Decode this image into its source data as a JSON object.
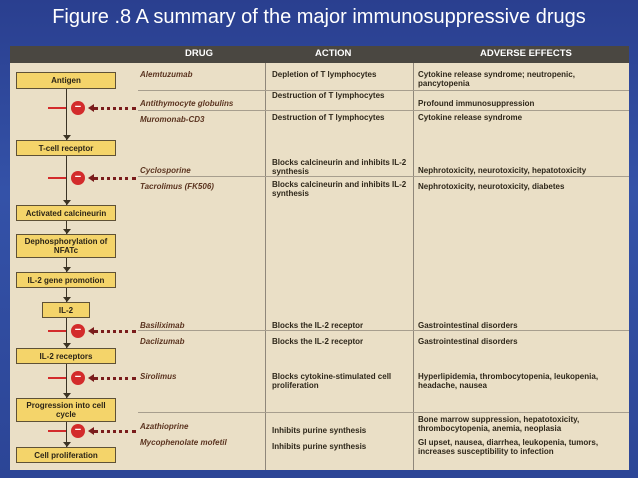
{
  "title": "Figure .8 A summary of the major immunosuppressive drugs",
  "headers": {
    "drug": "DRUG",
    "action": "ACTION",
    "adverse": "ADVERSE EFFECTS"
  },
  "pathway": [
    {
      "label": "Antigen"
    },
    {
      "label": "T-cell receptor"
    },
    {
      "label": "Activated calcineurin"
    },
    {
      "label": "Dephosphorylation of NFATc"
    },
    {
      "label": "IL-2 gene promotion"
    },
    {
      "label": "IL-2"
    },
    {
      "label": "IL-2 receptors"
    },
    {
      "label": "Progression into cell cycle"
    },
    {
      "label": "Cell proliferation"
    }
  ],
  "rows": [
    {
      "drug": "Alemtuzumab",
      "action": "Depletion of T lymphocytes",
      "adverse": "Cytokine release syndrome; neutropenic, pancytopenia"
    },
    {
      "drug": "Antithymocyte globulins",
      "action": "Destruction of T lymphocytes",
      "adverse": "Profound immunosuppression"
    },
    {
      "drug": "Muromonab-CD3",
      "action": "Destruction of T lymphocytes",
      "adverse": "Cytokine release syndrome"
    },
    {
      "drug": "Cyclosporine",
      "action": "Blocks calcineurin and inhibits IL-2 synthesis",
      "adverse": "Nephrotoxicity, neurotoxicity, hepatotoxicity"
    },
    {
      "drug": "Tacrolimus (FK506)",
      "action": "Blocks calcineurin and inhibits IL-2 synthesis",
      "adverse": "Nephrotoxicity, neurotoxicity, diabetes"
    },
    {
      "drug": "Basiliximab",
      "action": "Blocks the IL-2 receptor",
      "adverse": "Gastrointestinal disorders"
    },
    {
      "drug": "Daclizumab",
      "action": "Blocks the IL-2 receptor",
      "adverse": "Gastrointestinal disorders"
    },
    {
      "drug": "Sirolimus",
      "action": "Blocks cytokine-stimulated cell proliferation",
      "adverse": "Hyperlipidemia, thrombocytopenia, leukopenia, headache, nausea"
    },
    {
      "drug": "Azathioprine",
      "action": "Inhibits purine synthesis",
      "adverse": "Bone marrow suppression, hepatotoxicity, thrombocytopenia, anemia, neoplasia"
    },
    {
      "drug": "Mycophenolate mofetil",
      "action": "Inhibits purine synthesis",
      "adverse": "GI upset, nausea, diarrhea, leukopenia, tumors, increases susceptibility to infection"
    }
  ],
  "inhibitor_symbol": "−",
  "colors": {
    "box": "#f4d46a",
    "inhibitor": "#d32b2b",
    "header": "#4a4741",
    "panel": "#eadfc6",
    "background": "#2f489d"
  }
}
